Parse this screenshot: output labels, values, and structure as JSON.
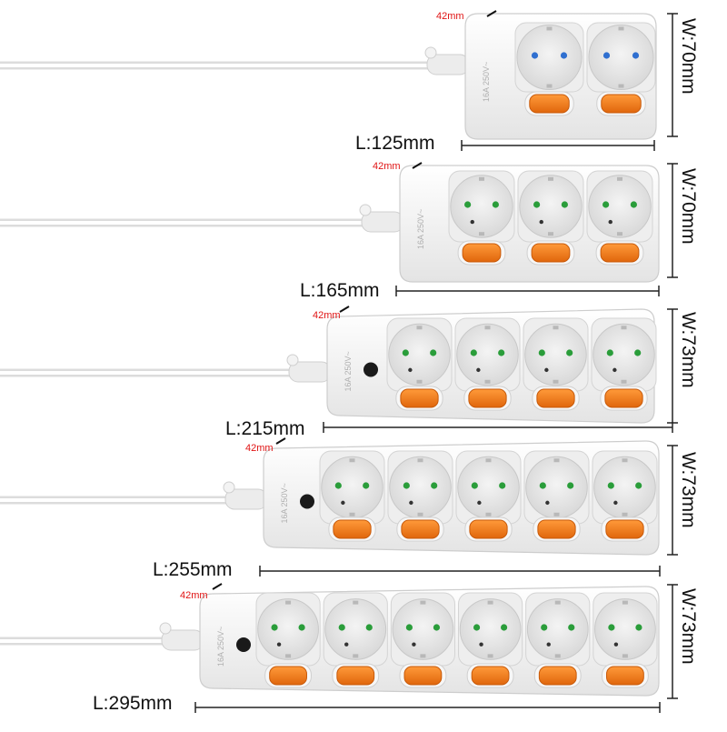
{
  "strips": [
    {
      "sockets": 2,
      "has_master_switch": false,
      "rating": "16A 250V~",
      "length_label": "L:125mm",
      "width_label": "W:70mm",
      "depth_label": "42mm"
    },
    {
      "sockets": 3,
      "has_master_switch": false,
      "rating": "16A 250V~",
      "length_label": "L:165mm",
      "width_label": "W:70mm",
      "depth_label": "42mm"
    },
    {
      "sockets": 4,
      "has_master_switch": true,
      "rating": "16A 250V~",
      "length_label": "L:215mm",
      "width_label": "W:73mm",
      "depth_label": "42mm"
    },
    {
      "sockets": 5,
      "has_master_switch": true,
      "rating": "16A 250V~",
      "length_label": "L:255mm",
      "width_label": "W:73mm",
      "depth_label": "42mm"
    },
    {
      "sockets": 6,
      "has_master_switch": true,
      "rating": "16A 250V~",
      "length_label": "L:295mm",
      "width_label": "W:73mm",
      "depth_label": "42mm"
    }
  ],
  "colors": {
    "body": "#f2f2f2",
    "socket_face": "#e6e6e6",
    "switch": "#f07a1a",
    "contact_green": "#2a9d3a",
    "contact_blue": "#2f6fd0",
    "depth_label": "#e01414",
    "dimension_line": "#222222"
  }
}
